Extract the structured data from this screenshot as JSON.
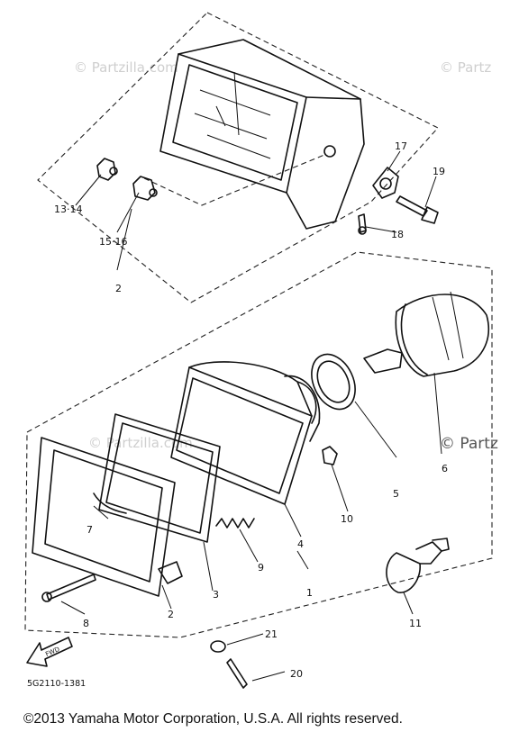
{
  "diagram": {
    "callouts": [
      {
        "id": "c2-top",
        "label": "2"
      },
      {
        "id": "c13-14",
        "label": "13·14"
      },
      {
        "id": "c15-16",
        "label": "15·16"
      },
      {
        "id": "c17",
        "label": "17"
      },
      {
        "id": "c18",
        "label": "18"
      },
      {
        "id": "c19",
        "label": "19"
      },
      {
        "id": "c1",
        "label": "1"
      },
      {
        "id": "c2-bottom",
        "label": "2"
      },
      {
        "id": "c3",
        "label": "3"
      },
      {
        "id": "c4",
        "label": "4"
      },
      {
        "id": "c5",
        "label": "5"
      },
      {
        "id": "c6",
        "label": "6"
      },
      {
        "id": "c7",
        "label": "7"
      },
      {
        "id": "c8",
        "label": "8"
      },
      {
        "id": "c9",
        "label": "9"
      },
      {
        "id": "c10",
        "label": "10"
      },
      {
        "id": "c11",
        "label": "11"
      },
      {
        "id": "c20",
        "label": "20"
      },
      {
        "id": "c21",
        "label": "21"
      }
    ],
    "direction_arrow_label": "FWD",
    "diagram_code": "5G2110-1381",
    "watermarks": [
      "© Partzilla.com",
      "© Partz",
      "© Partzilla.com",
      "© Partz"
    ]
  },
  "footer": {
    "copyright": "©2013 Yamaha Motor Corporation, U.S.A. All rights reserved."
  }
}
